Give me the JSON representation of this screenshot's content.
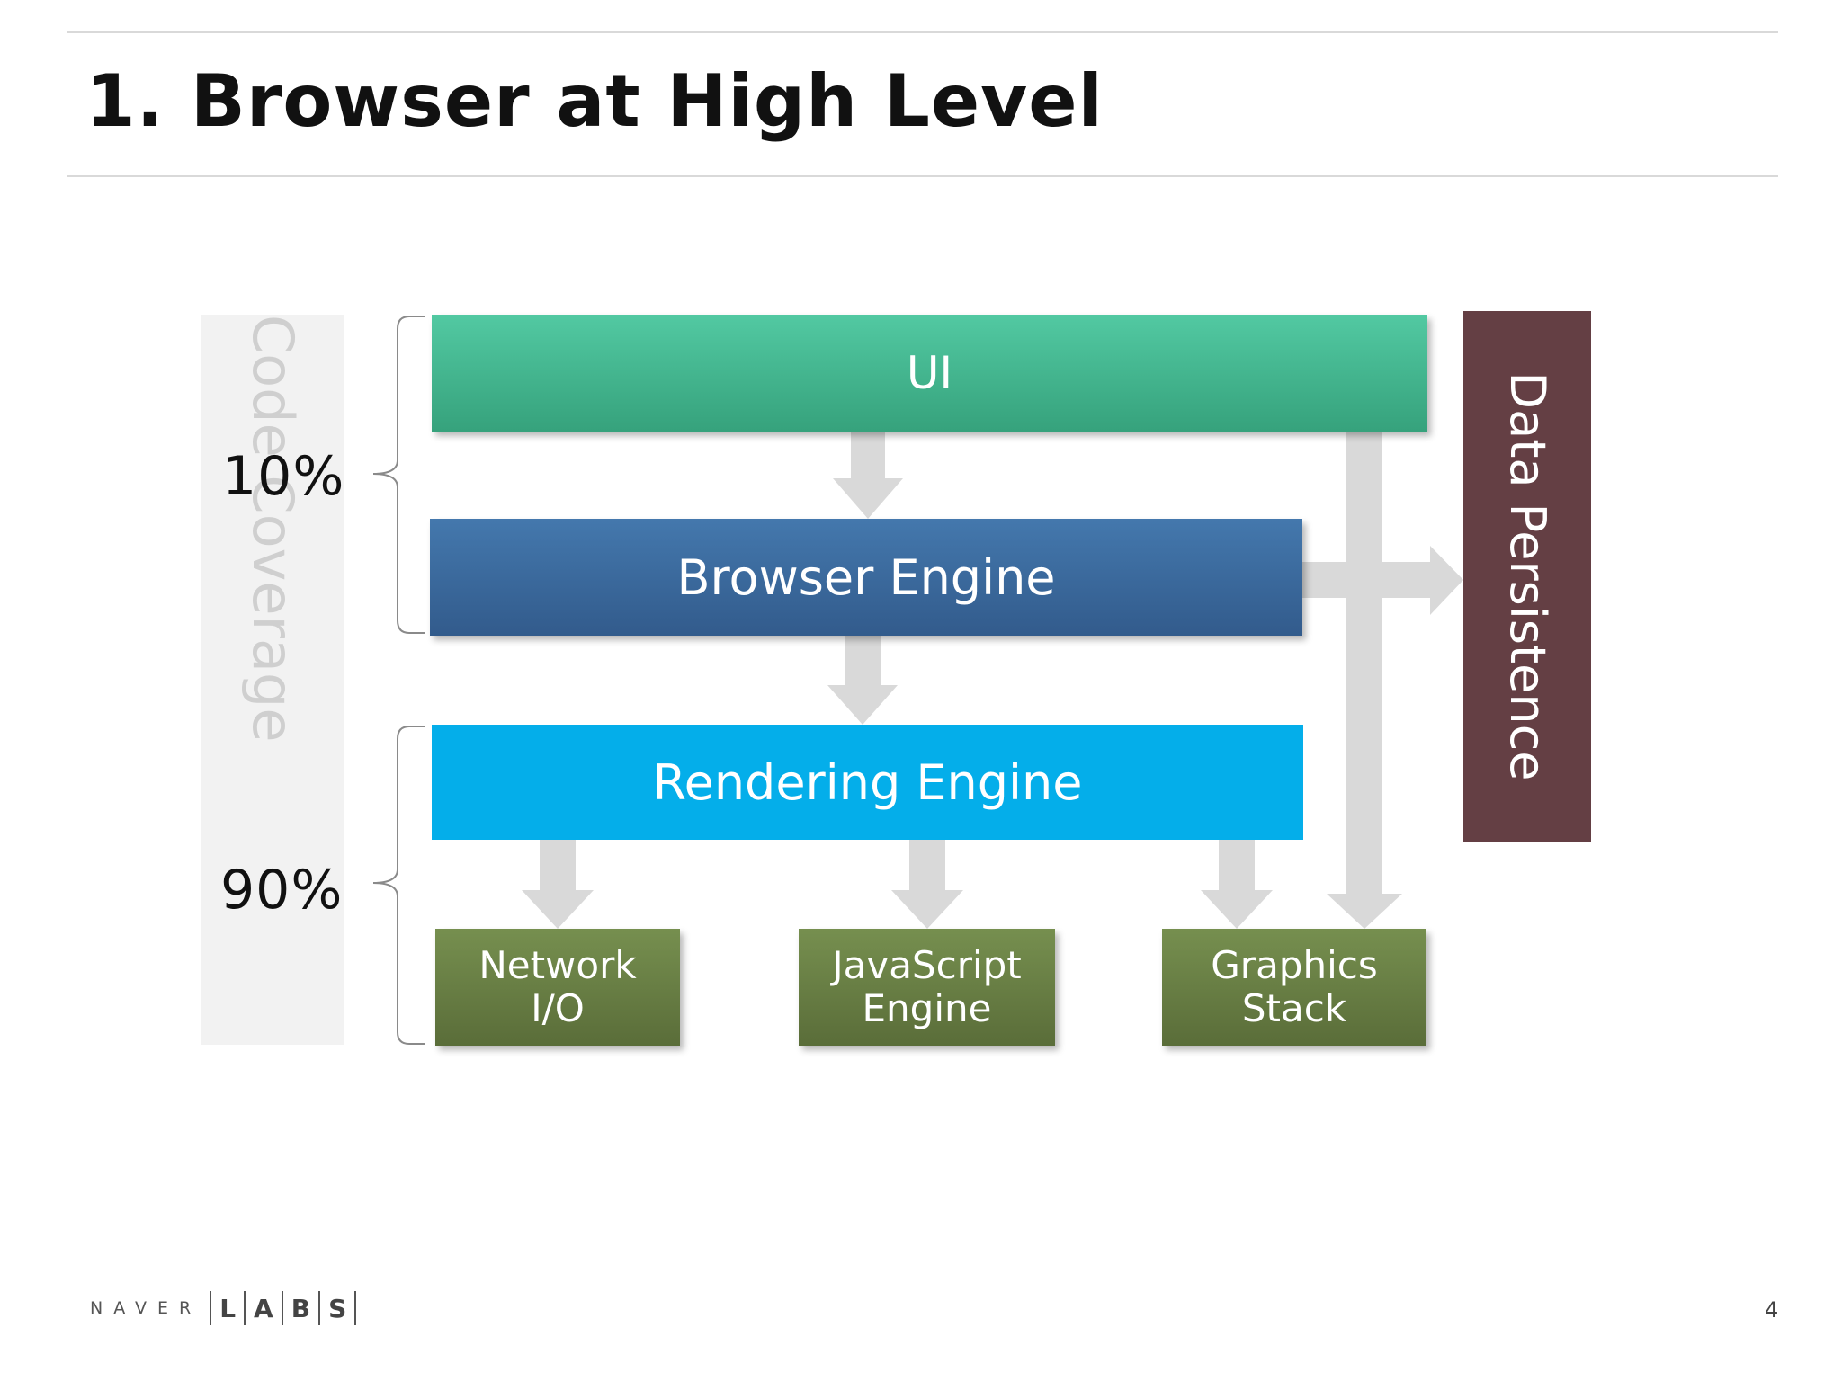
{
  "slide": {
    "title": "1. Browser at High Level",
    "page_number": "4"
  },
  "coverage": {
    "label": "Code Coverage",
    "top_percent": "10%",
    "bottom_percent": "90%"
  },
  "diagram": {
    "ui": "UI",
    "browser_engine": "Browser Engine",
    "rendering_engine": "Rendering Engine",
    "network_io": "Network I/O",
    "javascript_engine": {
      "line1": "JavaScript",
      "line2": "Engine"
    },
    "graphics_stack": {
      "line1": "Graphics",
      "line2": "Stack"
    },
    "data_persistence": "Data Persistence"
  },
  "logo": {
    "brand": "NAVER",
    "letters": [
      "L",
      "A",
      "B",
      "S"
    ]
  },
  "colors": {
    "ui": "#43b890",
    "browser_engine": "#3a6a9e",
    "rendering_engine": "#04aeea",
    "leaf_boxes": "#687e45",
    "data_persistence": "#643f44",
    "arrows": "#d9d9d9"
  }
}
